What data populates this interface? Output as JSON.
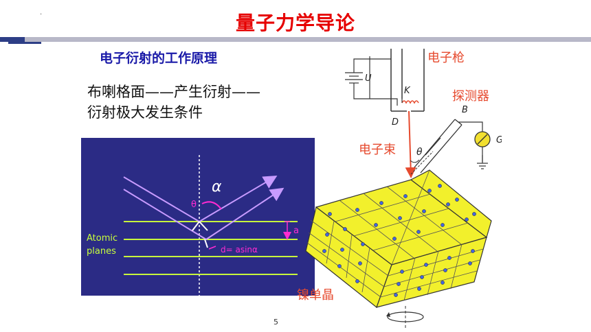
{
  "header": {
    "title": "量子力学导论",
    "dot": "·"
  },
  "subtitle": "电子衍射的工作原理",
  "description": {
    "line1": "布喇格面——产生衍射——",
    "line2": "衍射极大发生条件"
  },
  "bragg_diagram": {
    "alpha": "α",
    "theta": "θ",
    "a_label": "a",
    "atomic_label_line1": "Atomic",
    "atomic_label_line2": "planes",
    "d_formula": "d= asinα",
    "colors": {
      "background": "#2b2b85",
      "plane": "#c8ff3c",
      "ray": "#c89bff",
      "accent": "#ff2bd0"
    }
  },
  "apparatus": {
    "electron_gun": "电子枪",
    "detector": "探测器",
    "electron_beam": "电子束",
    "single_crystal": "镍单晶",
    "label_U": "U",
    "label_K": "K",
    "label_D": "D",
    "label_B": "B",
    "label_G": "G",
    "label_theta": "θ",
    "colors": {
      "crystal": "#f2f02c",
      "beam": "#e64a2e",
      "label": "#e64a2e"
    }
  },
  "page_number": "5"
}
